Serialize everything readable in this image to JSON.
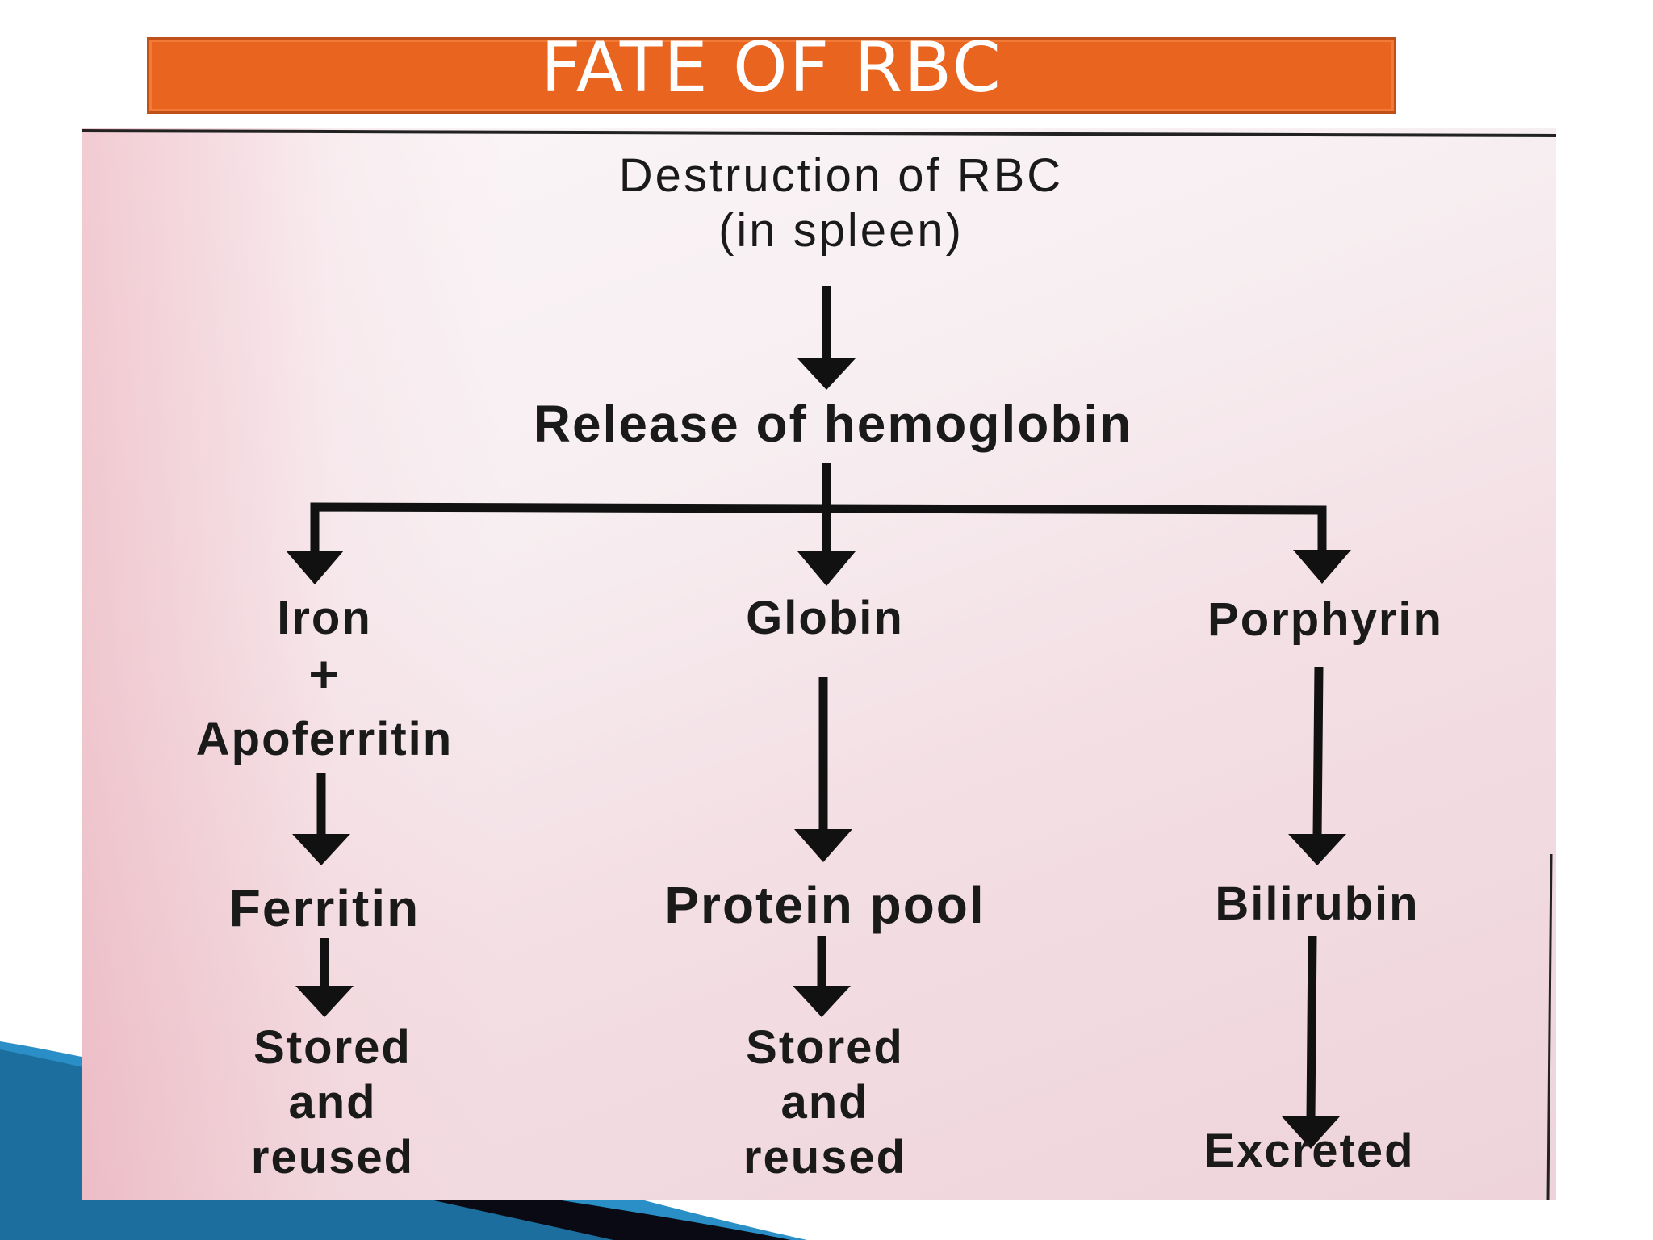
{
  "slide": {
    "title": "FATE OF RBC",
    "colors": {
      "banner": "#e8641f",
      "title_text": "#ffffff",
      "swoosh_dark": "#0a0a14",
      "swoosh_blue": "#2a8fc6"
    }
  },
  "diagram": {
    "root": {
      "line1": "Destruction of RBC",
      "line2": "(in spleen)"
    },
    "release": "Release of hemoglobin",
    "branches": [
      {
        "head": "Iron",
        "plus": "+",
        "head2": "Apoferritin",
        "step": "Ferritin",
        "end": [
          "Stored",
          "and",
          "reused"
        ]
      },
      {
        "head": "Globin",
        "step": "Protein pool",
        "end": [
          "Stored",
          "and",
          "reused"
        ]
      },
      {
        "head": "Porphyrin",
        "step": "Bilirubin",
        "end": [
          "Excreted"
        ]
      }
    ]
  }
}
